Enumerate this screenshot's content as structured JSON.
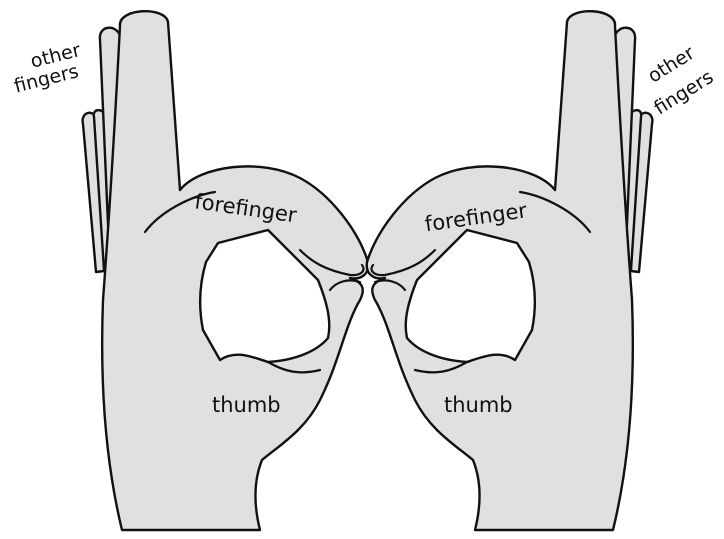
{
  "colors": {
    "hand_fill": "#e0e0e0",
    "outline": "#111111",
    "background": "#ffffff"
  },
  "labels": {
    "left": {
      "other": "other",
      "fingers": "fingers",
      "forefinger": "forefinger",
      "thumb": "thumb"
    },
    "right": {
      "other": "other",
      "fingers": "fingers",
      "forefinger": "forefinger",
      "thumb": "thumb"
    }
  }
}
